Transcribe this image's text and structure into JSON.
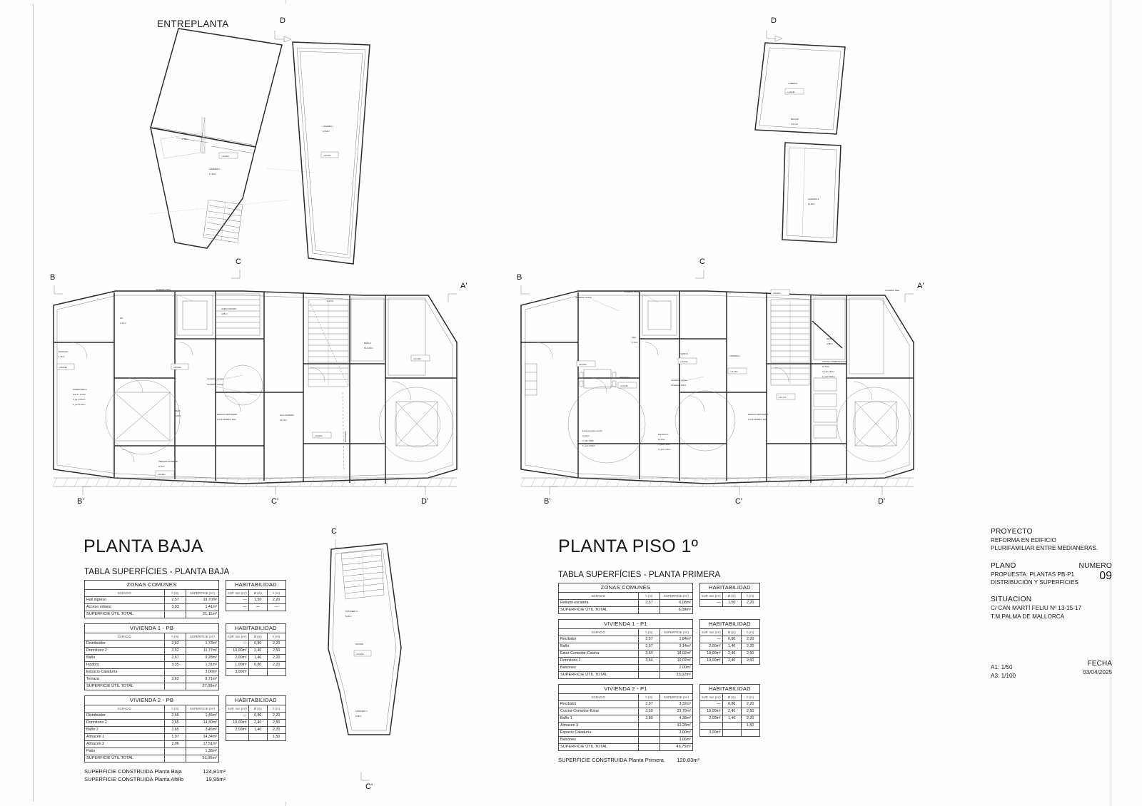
{
  "sheet": {
    "plan_left_title": "PLANTA BAJA",
    "plan_right_title": "PLANTA PISO 1º",
    "entreplanta_title": "ENTREPLANTA"
  },
  "titleblock": {
    "proyecto_label": "PROYECTO",
    "proyecto_l1": "REFORMA EN EDIFICIO",
    "proyecto_l2": "PLURIFAMILIAR ENTRE MEDIANERAS.",
    "plano_label": "PLANO",
    "numero_label": "NUMERO",
    "plano_l1": "PROPUESTA: PLANTAS PB-P1",
    "plano_l2": "DISTRIBUCIÓN Y SUPERFICIES",
    "numero_value": "09",
    "situacion_label": "SITUACION",
    "situacion_l1": "C/ CAN MARTÍ FELIU Nº 13-15-17",
    "situacion_l2": "T.M.PALMA DE MALLORCA",
    "scale_a1": "A1: 1/50",
    "scale_a3": "A3: 1/100",
    "fecha_label": "FECHA",
    "fecha_value": "03/04/2025"
  },
  "tables": {
    "pb": {
      "caption": "TABLA SUPERFÍCIES - PLANTA BAJA",
      "headers": {
        "espacio": "ESPACIO",
        "h": "h (m)",
        "superficie": "SUPERFICIE (m²)",
        "habitabilidad": "HABITABILIDAD",
        "sup_min": "SUP. min (m²)",
        "diam": "Ø (m)",
        "h_min": "h (m)"
      },
      "total_label": "SUPERFICIE ÚTIL TOTAL",
      "groups": [
        {
          "name": "ZONAS COMUNES",
          "rows": [
            {
              "espacio": "Hall ingreso",
              "h": "2,57",
              "sup": "19,70m²",
              "smin": "—",
              "diam": "1,50",
              "hmin": "2,20"
            },
            {
              "espacio": "Acceso sótano",
              "h": "3,03",
              "sup": "1,41m²",
              "smin": "—",
              "diam": "—",
              "hmin": "—"
            }
          ],
          "total": "21,11m²"
        },
        {
          "name": "VIVIENDA 1 - PB",
          "rows": [
            {
              "espacio": "Distribuidor",
              "h": "2,62",
              "sup": "1,73m²",
              "smin": "—",
              "diam": "0,80",
              "hmin": "2,20"
            },
            {
              "espacio": "Dormitorio 2",
              "h": "2,52",
              "sup": "11,77m²",
              "smin": "10,00m²",
              "diam": "2,40",
              "hmin": "2,50"
            },
            {
              "espacio": "Baño",
              "h": "2,67",
              "sup": "9,28m²",
              "smin": "2,00m²",
              "diam": "1,40",
              "hmin": "2,20"
            },
            {
              "espacio": "Inodoro",
              "h": "3,35",
              "sup": "1,31m²",
              "smin": "1,00m²",
              "diam": "0,80",
              "hmin": "2,20"
            },
            {
              "espacio": "Espacio Caladuría",
              "h": "",
              "sup": "3,00m²",
              "smin": "3,00m²",
              "diam": "",
              "hmin": ""
            },
            {
              "espacio": "Terraza",
              "h": "2,62",
              "sup": "8,71m²",
              "smin": "",
              "diam": "",
              "hmin": ""
            }
          ],
          "total": "27,09m²"
        },
        {
          "name": "VIVIENDA 2 - PB",
          "rows": [
            {
              "espacio": "Distribuidor",
              "h": "2,65",
              "sup": "1,45m²",
              "smin": "—",
              "diam": "0,80",
              "hmin": "2,20"
            },
            {
              "espacio": "Dormitorio 2",
              "h": "2,65",
              "sup": "14,30m²",
              "smin": "10,00m²",
              "diam": "2,40",
              "hmin": "2,50"
            },
            {
              "espacio": "Baño 2",
              "h": "2,65",
              "sup": "3,45m²",
              "smin": "2,00m²",
              "diam": "1,40",
              "hmin": "2,20"
            },
            {
              "espacio": "Almacén 1",
              "h": "1,97",
              "sup": "14,34m²",
              "smin": "",
              "diam": "",
              "hmin": "1,50"
            },
            {
              "espacio": "Almacén 2",
              "h": "2,06",
              "sup": "17,51m²",
              "smin": "",
              "diam": "",
              "hmin": ""
            },
            {
              "espacio": "Patio",
              "h": "",
              "sup": "1,38m²",
              "smin": "",
              "diam": "",
              "hmin": ""
            }
          ],
          "total": "51,05m²"
        }
      ],
      "construida": [
        {
          "label": "SUPERFICIE CONSTRUIDA Planta Baja",
          "value": "124,81m²"
        },
        {
          "label": "SUPERFICIE CONSTRUIDA Planta Altillo",
          "value": "19,95m²"
        }
      ]
    },
    "p1": {
      "caption": "TABLA SUPERFÍCIES - PLANTA PRIMERA",
      "headers": {
        "espacio": "ESPACIO",
        "h": "h (m)",
        "superficie": "SUPERFICIE (m²)",
        "habitabilidad": "HABITABILIDAD",
        "sup_min": "SUP. min (m²)",
        "diam": "Ø (m)",
        "h_min": "h (m)"
      },
      "total_label": "SUPERFICIE ÚTIL TOTAL",
      "groups": [
        {
          "name": "ZONAS COMUNES",
          "rows": [
            {
              "espacio": "Rellano escalera",
              "h": "2,57",
              "sup": "6,08m²",
              "smin": "—",
              "diam": "1,50",
              "hmin": "2,20"
            }
          ],
          "total": "6,08m²"
        },
        {
          "name": "VIVIENDA 1 - P1",
          "rows": [
            {
              "espacio": "Recibidor",
              "h": "2,57",
              "sup": "1,84m²",
              "smin": "—",
              "diam": "0,80",
              "hmin": "2,20"
            },
            {
              "espacio": "Baño",
              "h": "2,57",
              "sup": "3,14m²",
              "smin": "2,00m²",
              "diam": "1,40",
              "hmin": "2,20"
            },
            {
              "espacio": "Estar-Comedor-Cocina",
              "h": "3,64",
              "sup": "18,02m²",
              "smin": "18,00m²",
              "diam": "2,40",
              "hmin": "2,50"
            },
            {
              "espacio": "Dormitorio 1",
              "h": "3,64",
              "sup": "10,02m²",
              "smin": "10,00m²",
              "diam": "2,40",
              "hmin": "2,50"
            },
            {
              "espacio": "Balcones",
              "h": "",
              "sup": "2,00m²",
              "smin": "",
              "diam": "",
              "hmin": ""
            }
          ],
          "total": "33,02m²"
        },
        {
          "name": "VIVIENDA 2 - P1",
          "rows": [
            {
              "espacio": "Recibidor",
              "h": "2,97",
              "sup": "3,32m²",
              "smin": "—",
              "diam": "0,80",
              "hmin": "2,20"
            },
            {
              "espacio": "Cocina-Comedor-Estar",
              "h": "2,59",
              "sup": "23,79m²",
              "smin": "18,00m²",
              "diam": "2,40",
              "hmin": "2,50"
            },
            {
              "espacio": "Baño 1",
              "h": "2,89",
              "sup": "4,38m²",
              "smin": "2,00m²",
              "diam": "1,40",
              "hmin": "2,20"
            },
            {
              "espacio": "Almacen 3",
              "h": "",
              "sup": "12,28m²",
              "smin": "",
              "diam": "",
              "hmin": "1,50"
            },
            {
              "espacio": "Espacio Caladuría",
              "h": "",
              "sup": "3,00m²",
              "smin": "3,00m²",
              "diam": "",
              "hmin": ""
            },
            {
              "espacio": "Balcones",
              "h": "",
              "sup": "3,06m²",
              "smin": "",
              "diam": "",
              "hmin": ""
            }
          ],
          "total": "46,75m²"
        }
      ],
      "construida": [
        {
          "label": "SUPERFICIE CONSTRUIDA Planta Primera",
          "value": "120,83m²"
        }
      ]
    }
  },
  "plan_labels": {
    "pb": [
      {
        "id": "patio",
        "name": "PATIO",
        "area": "1,38m²"
      },
      {
        "id": "almacen2",
        "name": "ALMAZEN 2",
        "area": "17,51m²"
      },
      {
        "id": "almacen1",
        "name": "ALMAZEN 1",
        "area": "14,34m²"
      },
      {
        "id": "distribuidor",
        "name": "Distribuidor",
        "area": "1,73m²"
      },
      {
        "id": "wc",
        "name": "WC",
        "area": "1,31m²"
      },
      {
        "id": "acceso-sotano",
        "name": "ACESO SÓTANO",
        "area": "4,05m²"
      },
      {
        "id": "dormitorio2",
        "name": "DORMITORIO 2",
        "area": "S.u. 11,77m²"
      },
      {
        "id": "bano",
        "name": "BAÑO",
        "area": "9,28m²"
      },
      {
        "id": "espacio-destinado",
        "name": "ESPACIO DESTINADO",
        "area": "A COLADURÍA 3,00m²"
      },
      {
        "id": "hall",
        "name": "HALL INGRESO",
        "area": "19,70m²"
      },
      {
        "id": "terraza",
        "name": "TERRAZA EXTERIOR",
        "area": "8,71m²"
      },
      {
        "id": "bano2",
        "name": "BAÑO 2",
        "area": "Sh 3,45m²"
      },
      {
        "id": "dormitorio2b",
        "name": "DORMITORIO 2",
        "area": "14,30m²"
      },
      {
        "id": "trastero2",
        "name": "TRASTERO 2",
        "area": "8,28m²"
      },
      {
        "id": "trastero1",
        "name": "TRASTERO 1",
        "area": "9,99m²"
      },
      {
        "id": "sotano",
        "name": "SÓTANO",
        "area": ""
      },
      {
        "id": "vent-banos",
        "name": "Ventilación baños",
        "area": ""
      },
      {
        "id": "vent-cocinas",
        "name": "Ventilación cocinas",
        "area": ""
      }
    ],
    "p1": [
      {
        "id": "cubierta",
        "name": "CUBIERTA",
        "area": "+14,93m"
      },
      {
        "id": "balcon",
        "name": "BALCON",
        "area": "1,94 m2"
      },
      {
        "id": "almacen3",
        "name": "ALMAZEN 3",
        "area": "12,28m²"
      },
      {
        "id": "patio-p1",
        "name": "Patio",
        "area": ""
      },
      {
        "id": "planta1",
        "name": "PLANTA 1",
        "area": "+10,63m"
      },
      {
        "id": "vivienda1",
        "name": "VIVIENDA 1",
        "area": "+11,73m"
      },
      {
        "id": "vivienda2",
        "name": "VIVIENDA 2",
        "area": "+11,22m"
      },
      {
        "id": "estar-comedor-cocina",
        "name": "Estar-Comedor-Cocina",
        "area": "23,79m²"
      },
      {
        "id": "dormitorio1",
        "name": "Dormitorio 1",
        "area": "10,02m²"
      },
      {
        "id": "cocina-comedor-estar",
        "name": "COCINA-COMEDOR-ESTAR",
        "area": "23,79m²"
      },
      {
        "id": "bano1-p1",
        "name": "BAÑO 1",
        "area": "4,38m²"
      },
      {
        "id": "espacio-destinado-p1",
        "name": "ESPACIO DESTINADO",
        "area": "A COLADURÍA 3,00m²"
      },
      {
        "id": "vent-cocinas-p1",
        "name": "Ventilación cocinas",
        "area": ""
      },
      {
        "id": "vent-banos-p1",
        "name": "Ventilación baños",
        "area": ""
      },
      {
        "id": "vent-salas-p1",
        "name": "Ventilación salas",
        "area": ""
      }
    ]
  },
  "section_marks": {
    "left": [
      "B",
      "B'",
      "C",
      "C'",
      "D",
      "D'",
      "A'"
    ],
    "right": [
      "B",
      "B'",
      "C",
      "C'",
      "D",
      "D'",
      "A'"
    ]
  }
}
